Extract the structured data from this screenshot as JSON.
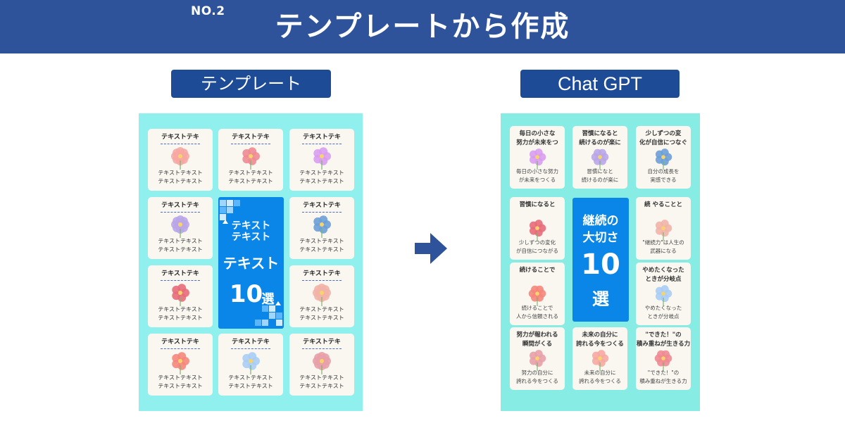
{
  "header": {
    "no_label": "NO.2",
    "title": "テンプレートから作成"
  },
  "left_tag": "テンプレート",
  "right_tag": "Chat GPT",
  "template_panel": {
    "card_title": "テキストテキ",
    "card_body": "テキストテキスト\nテキストテキスト",
    "center": {
      "line1": "テキスト",
      "line2": "テキスト",
      "line3": "テキスト",
      "line4": "10",
      "line5": "選"
    }
  },
  "gpt_panel": {
    "cards": [
      {
        "title": "毎日の小さな\n努力が未来をつ",
        "body": "毎日の小さな努力\nが未来をつくる"
      },
      {
        "title": "習慣になると\n続けるのが楽に",
        "body": "習慣になと\n続けるのが楽に"
      },
      {
        "title": "少しずつの変\n化が自信につなぐ",
        "body": "自分の成長を\n実感できる"
      },
      {
        "title": "習慣になると",
        "body": "少しずつの変化\nが自信につながる"
      },
      {
        "title": "続 やることと",
        "body": "\"継続力\"は人生の\n武器になる"
      },
      {
        "title": "続けることで",
        "body": "続けることで\n人から信頼される"
      },
      {
        "title": "やめたくなった\nときが分岐点",
        "body": "やめたくなった\nときが分岐点"
      },
      {
        "title": "努力が報われる\n瞬間がくる",
        "body": "努力の自分に\n誇れる今をつくる"
      },
      {
        "title": "未来の自分に\n誇れる今をつくる",
        "body": "未来の自分に\n誇れる今をつくる"
      },
      {
        "title": "\"できた！\"の\n積み重ねが生きる力",
        "body": "\"できた！\"の\n積み重ねが生きる力"
      }
    ],
    "center": {
      "line1": "継続の",
      "line2": "大切さ",
      "line3": "10",
      "line4": "選"
    }
  },
  "colors": {
    "header_bg": "#2e539a",
    "tag_bg": "#1e4b96",
    "panel_bg": "#8ff0ee",
    "center_bg": "#0a86e8",
    "arrow": "#2e539a"
  },
  "icons": [
    "right-arrow-icon",
    "flower-icon"
  ]
}
